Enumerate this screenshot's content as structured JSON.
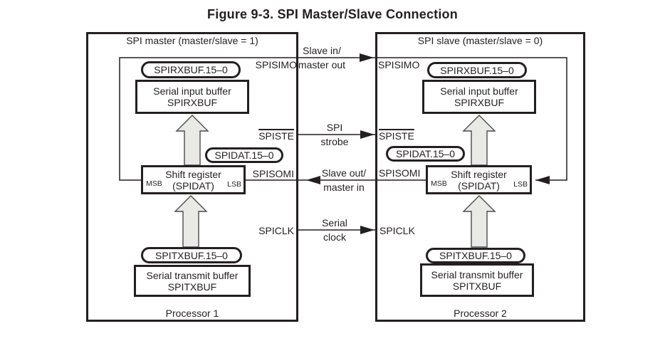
{
  "title": "Figure 9-3. SPI Master/Slave Connection",
  "colors": {
    "ink": "#231f20",
    "arrow-fill": "#e9e9e8",
    "bg": "#ffffff"
  },
  "master": {
    "header": "SPI master (master/slave = 1)",
    "processor": "Processor 1",
    "rxbuf_bits": "SPIRXBUF.15–0",
    "input_buffer": {
      "line1": "Serial input buffer",
      "line2": "SPIRXBUF"
    },
    "spidat_bits": "SPIDAT.15–0",
    "shift_register": {
      "line1": "Shift register",
      "line2": "(SPIDAT)",
      "msb": "MSB",
      "lsb": "LSB"
    },
    "txbuf_bits": "SPITXBUF.15–0",
    "transmit_buffer": {
      "line1": "Serial transmit buffer",
      "line2": "SPITXBUF"
    },
    "pins": {
      "spisimo": "SPISIMO",
      "spiste": "SPISTE",
      "spisomi": "SPISOMI",
      "spiclk": "SPICLK"
    }
  },
  "slave": {
    "header": "SPI slave (master/slave = 0)",
    "processor": "Processor 2",
    "rxbuf_bits": "SPIRXBUF.15–0",
    "input_buffer": {
      "line1": "Serial input buffer",
      "line2": "SPIRXBUF"
    },
    "spidat_bits": "SPIDAT.15–0",
    "shift_register": {
      "line1": "Shift register",
      "line2": "(SPIDAT)",
      "msb": "MSB",
      "lsb": "LSB"
    },
    "txbuf_bits": "SPITXBUF.15–0",
    "transmit_buffer": {
      "line1": "Serial transmit buffer",
      "line2": "SPITXBUF"
    },
    "pins": {
      "spisimo": "SPISIMO",
      "spiste": "SPISTE",
      "spisomi": "SPISOMI",
      "spiclk": "SPICLK"
    }
  },
  "signals": {
    "spisimo": {
      "line1": "Slave in/",
      "line2": "master out"
    },
    "spiste": {
      "line1": "SPI",
      "line2": "strobe"
    },
    "spisomi": {
      "line1": "Slave out/",
      "line2": "master in"
    },
    "spiclk": {
      "line1": "Serial",
      "line2": "clock"
    }
  }
}
